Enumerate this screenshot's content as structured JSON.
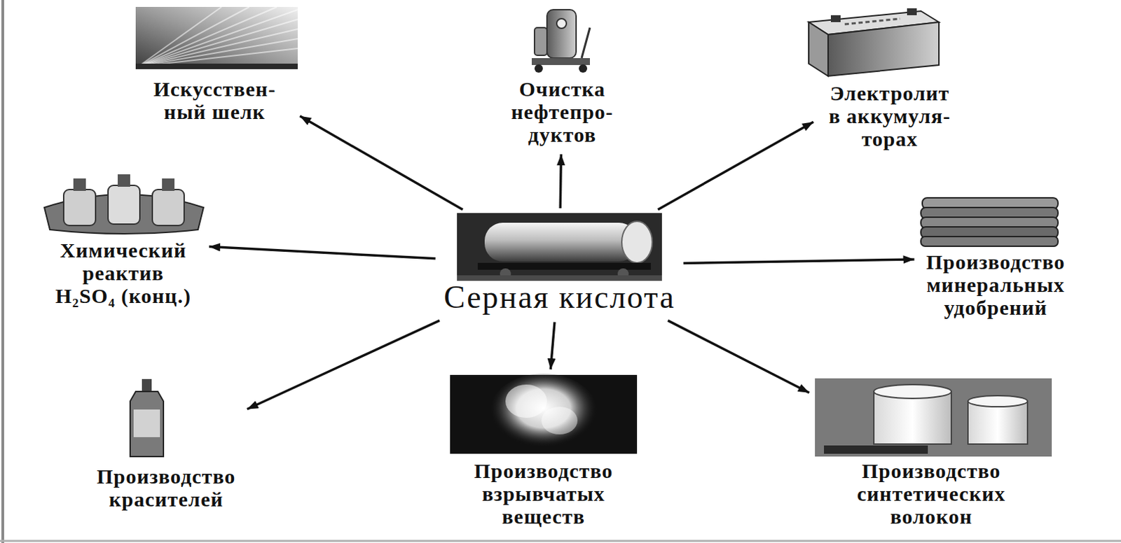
{
  "diagram": {
    "nodes": [
      {
        "text": [
          "Искусствен- ный шелк"
        ]
      },
      {
        "text": [
          "Очистка нефтепро- дуктов"
        ]
      },
      {
        "text": [
          "Электролит в аккумуля- торах"
        ]
      },
      {
        "text": [
          "Химический реактив H₂SO₄ (конц.)"
        ]
      },
      {
        "text": [
          "Серная кислота"
        ]
      },
      {
        "text": [
          "Производство минеральных удобрений"
        ]
      },
      {
        "text": [
          "Производство красителей"
        ]
      },
      {
        "text": [
          "Производство взрывчатых веществ"
        ]
      },
      {
        "text": [
          "Производство синтетических волокон"
        ]
      }
    ],
    "edges": [
      {
        "from": 4,
        "to": 0,
        "arrow": "to"
      },
      {
        "from": 4,
        "to": 1,
        "arrow": "to"
      },
      {
        "from": 4,
        "to": 2,
        "arrow": "to"
      },
      {
        "from": 4,
        "to": 3,
        "arrow": "to"
      },
      {
        "from": 4,
        "to": 5,
        "arrow": "to"
      },
      {
        "from": 4,
        "to": 6,
        "arrow": "to"
      },
      {
        "from": 4,
        "to": 7,
        "arrow": "to"
      },
      {
        "from": 4,
        "to": 8,
        "arrow": "to"
      }
    ]
  }
}
